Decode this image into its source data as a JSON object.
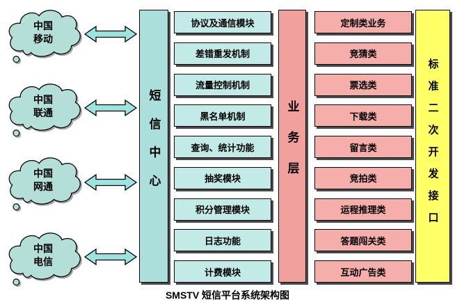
{
  "caption": "SMSTV 短信平台系统架构图",
  "colors": {
    "cloud_fill": "#b4ded8",
    "arrow_fill": "#9be4e0",
    "module_fill": "#c2eae6",
    "sms_center_fill": "#aadfdb",
    "business_fill": "#f2a09c",
    "service_fill": "#f5aeaa",
    "api_fill": "#ffff66"
  },
  "clouds": [
    {
      "label": "中国移动"
    },
    {
      "label": "中国联通"
    },
    {
      "label": "中国网通"
    },
    {
      "label": "中国电信"
    }
  ],
  "sms_center_label": "短信中心",
  "modules": [
    "协议及通信模块",
    "差错重发机制",
    "流量控制机制",
    "黑名单机制",
    "查询、统计功能",
    "抽奖模块",
    "积分管理模块",
    "日志功能",
    "计费模块"
  ],
  "business_layer_label": "业务层",
  "services": [
    "定制类业务",
    "竞猜类",
    "票选类",
    "下载类",
    "留言类",
    "竞拍类",
    "运程推理类",
    "答题闯关类",
    "互动广告类"
  ],
  "api_label": "标准二次开发接口"
}
